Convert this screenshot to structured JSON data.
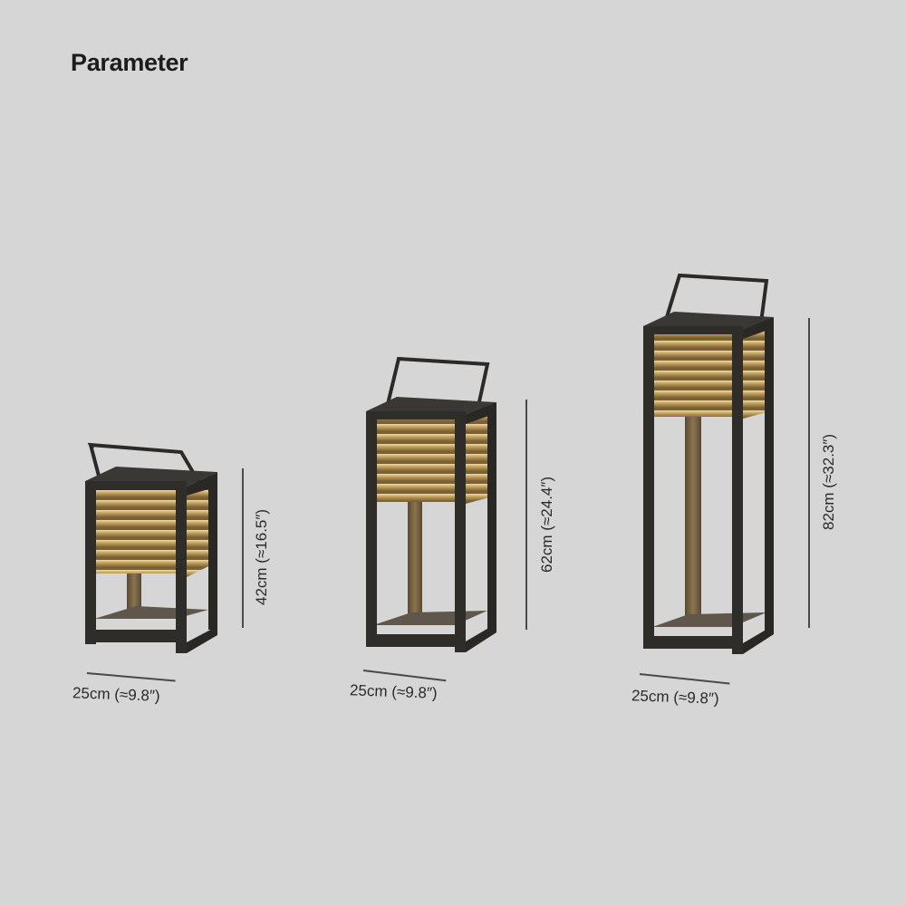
{
  "title": "Parameter",
  "colors": {
    "background": "#d6d6d6",
    "frame": "#2f2d29",
    "top": "#35332f",
    "louver_light": "#e3c98c",
    "louver_dark": "#8a6e3a",
    "inner_post": "#6f5c3e",
    "dim_line": "#4a4a4a"
  },
  "lamps": [
    {
      "size": "small",
      "height_label": "42cm (≈16.5″)",
      "width_label": "25cm (≈9.8″)"
    },
    {
      "size": "medium",
      "height_label": "62cm (≈24.4″)",
      "width_label": "25cm (≈9.8″)"
    },
    {
      "size": "large",
      "height_label": "82cm (≈32.3″)",
      "width_label": "25cm (≈9.8″)"
    }
  ]
}
